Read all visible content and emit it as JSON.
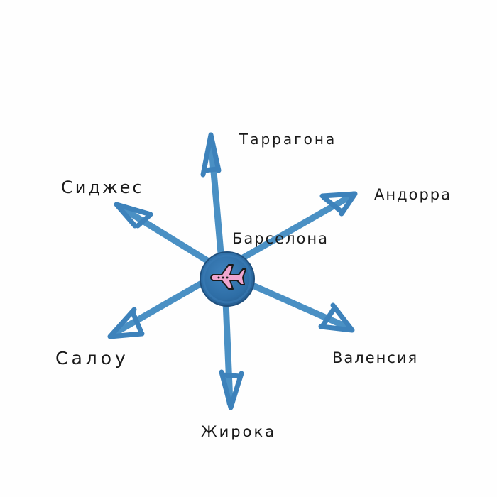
{
  "center": {
    "label": "Барселона",
    "icon": "airplane-icon"
  },
  "destinations": {
    "tarragona": "Таррагона",
    "andorra": "Андорра",
    "sitges": "Сиджес",
    "salou": "Салоу",
    "valencia": "Валенсия",
    "girona": "Жирока"
  },
  "colors": {
    "arrow": "#4a90c4",
    "arrow_dark": "#2f6fa3",
    "hub": "#2e6ea6",
    "hub_edge": "#1f4f7d",
    "plane_fill": "#f0a6cf",
    "text": "#1a1a1a"
  }
}
